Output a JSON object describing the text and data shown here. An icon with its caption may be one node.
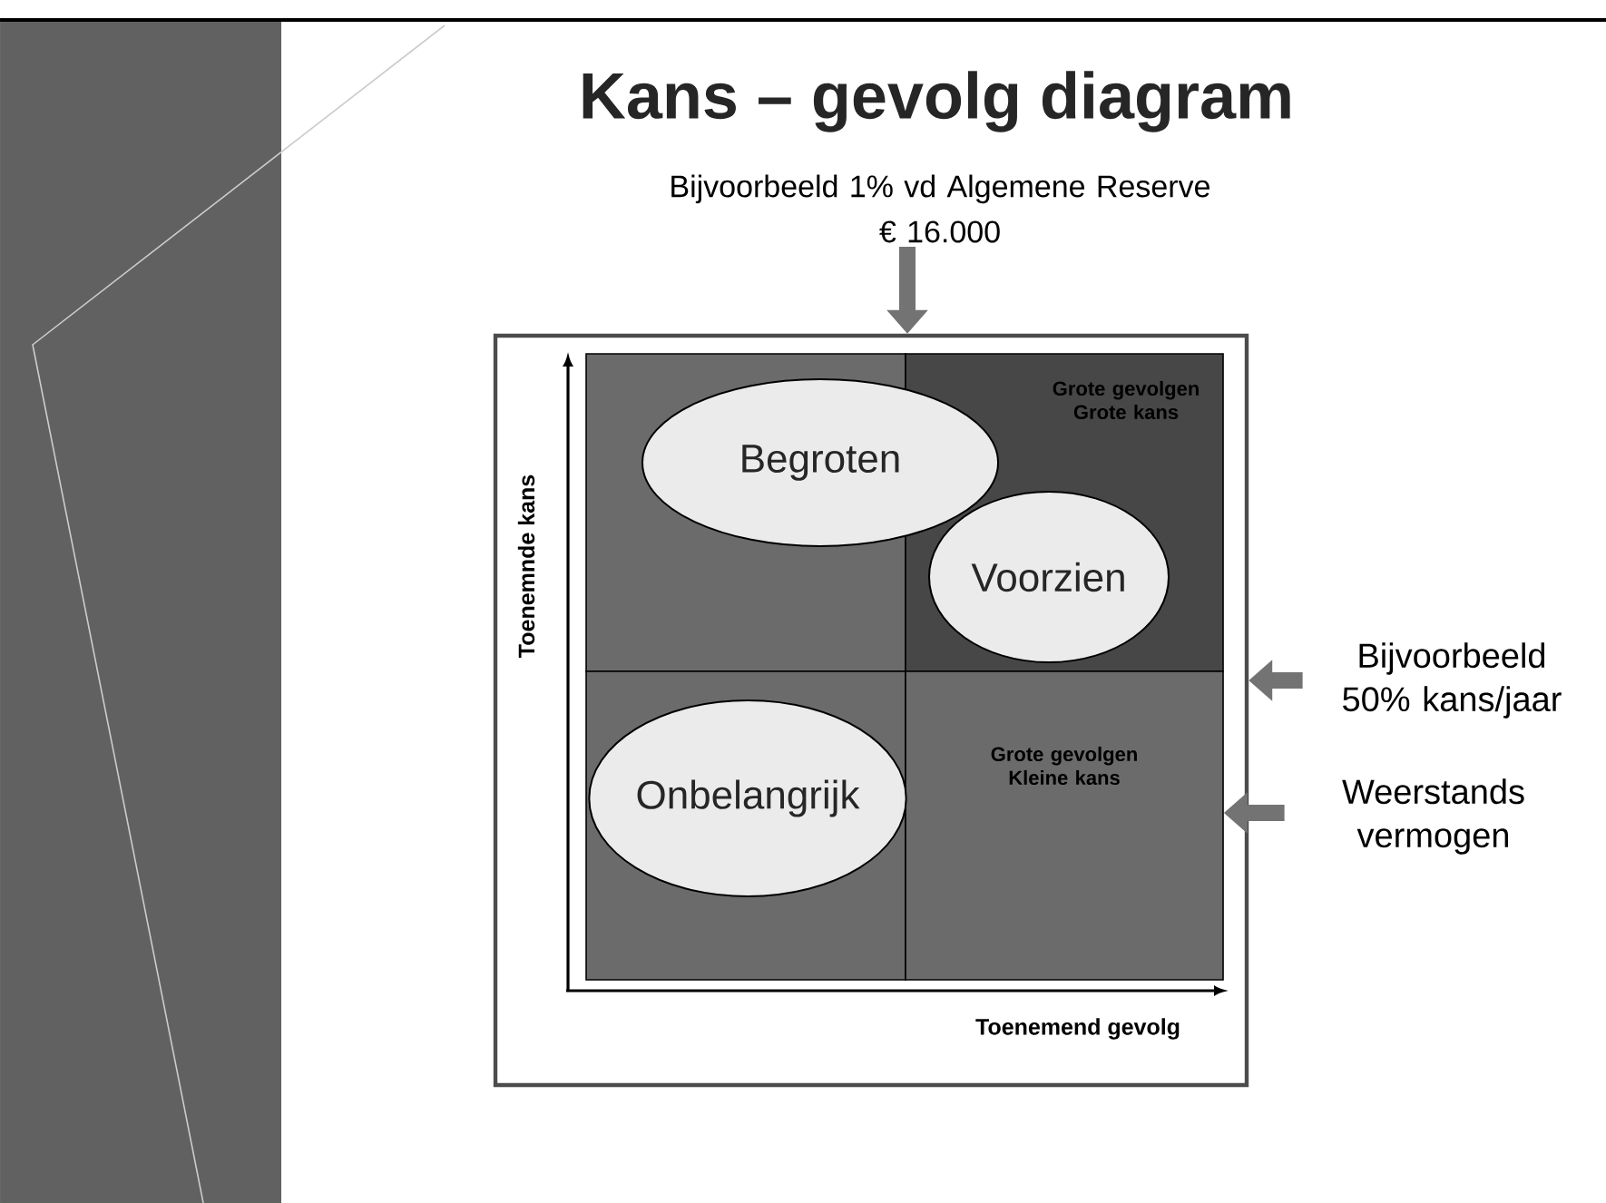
{
  "diagram": {
    "title": "Kans – gevolg diagram",
    "nodes": [
      {
        "text": [
          "Bijvoorbeeld 1% vd Algemene Reserve",
          "€ 16.000"
        ]
      },
      {
        "text": [],
        "shape": "box"
      },
      {
        "text": [],
        "shape": "box",
        "in": 1
      },
      {
        "text": [
          "Grote gevolgen Grote kans"
        ],
        "in": 1
      },
      {
        "text": [],
        "shape": "box",
        "in": 1
      },
      {
        "text": [
          "Grote gevolgen Kleine kans"
        ],
        "in": 1
      },
      {
        "text": [
          "Begroten"
        ],
        "in": 1
      },
      {
        "text": [
          "Voorzien"
        ],
        "in": 3
      },
      {
        "text": [
          "Onbelangrijk"
        ],
        "in": 4
      },
      {
        "text": [
          "Bijvoorbeeld 50% kans/jaar"
        ]
      },
      {
        "text": [
          "Weerstands vermogen"
        ]
      }
    ],
    "edges": [
      {
        "from": 0,
        "to": 1,
        "arrow": "to"
      },
      {
        "from": 9,
        "to": 1,
        "arrow": "to"
      },
      {
        "from": 10,
        "to": 5,
        "arrow": "to"
      }
    ],
    "labels": [
      "Toenemnde kans",
      "Toenemend gevolg"
    ]
  }
}
